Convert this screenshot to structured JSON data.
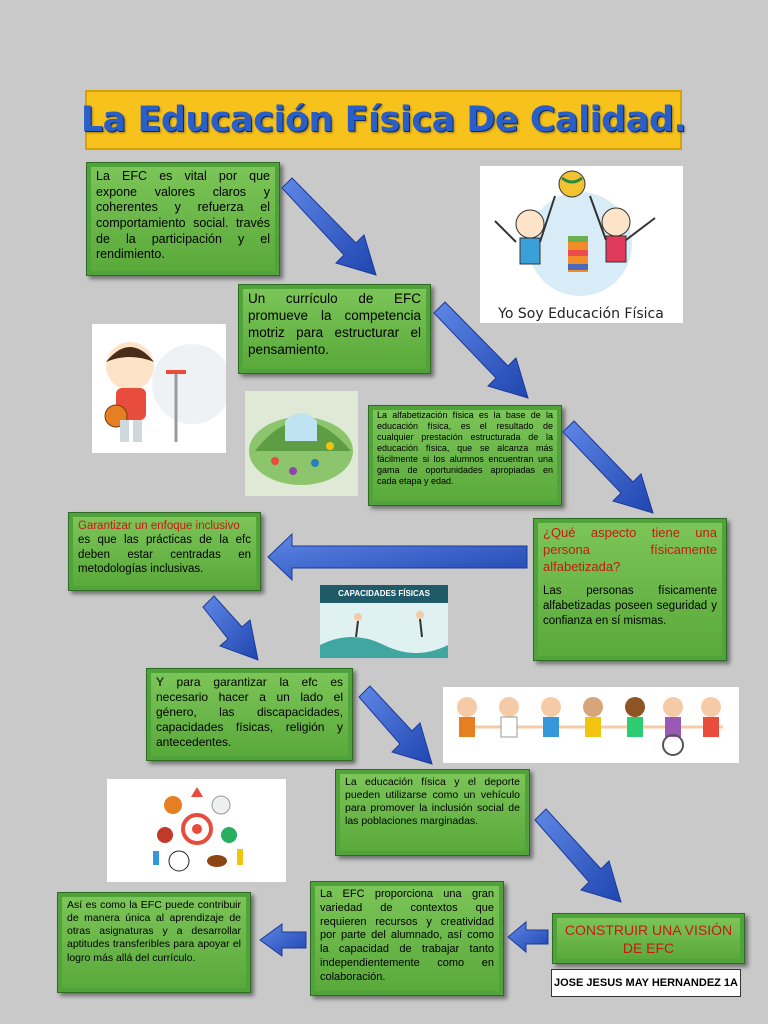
{
  "title": "La Educación Física De Calidad.",
  "boxes": {
    "b1": "La EFC es vital por que expone valores claros y coherentes y refuerza el comportamiento social. través de la participación y el rendimiento.",
    "b2": "Un currículo de EFC promueve la competencia motriz para estructurar el pensamiento.",
    "b3": "La alfabetización física es la base de la educación física, es el resultado de cualquier prestación estructurada de la educación física, que se alcanza más fácilmente si los alumnos encuentran una gama de oportunidades apropiadas en cada etapa y edad.",
    "b4_q": "¿Qué aspecto tiene una persona físicamente alfabetizada?",
    "b4_a": "Las personas físicamente alfabetizadas poseen seguridad y confianza en sí mismas.",
    "b5_head": "Garantizar un enfoque inclusivo",
    "b5_body": "es que las prácticas de la efc deben estar centradas en metodologías inclusivas.",
    "b6": "Y para garantizar la efc es necesario hacer a un lado el género, las discapacidades, capacidades físicas, religión y antecedentes.",
    "b7": "La educación física y el deporte pueden utilizarse como un vehículo para promover la inclusión social de las poblaciones marginadas.",
    "b8": "CONSTRUIR UNA VISIÓN DE EFC",
    "b9": "La EFC proporciona una gran variedad de contextos que requieren recursos y creatividad por parte del alumnado, así como la capacidad de trabajar tanto independientemente como en colaboración.",
    "b10": "Así es como la EFC puede contribuir de manera única al aprendizaje de otras asignaturas y a desarrollar aptitudes transferibles para apoyar el logro más allá del currículo."
  },
  "images": {
    "logo_caption": "Yo Soy Educación Física",
    "capacidades_caption": "CAPACIDADES FÍSICAS"
  },
  "signature": "JOSE JESUS MAY HERNANDEZ 1A",
  "colors": {
    "box": "#6dbb4a",
    "arrow": "#2f5fd0",
    "title_bg": "#f7c21c",
    "title_text": "#2a5fc7",
    "red_text": "#c41b12"
  }
}
